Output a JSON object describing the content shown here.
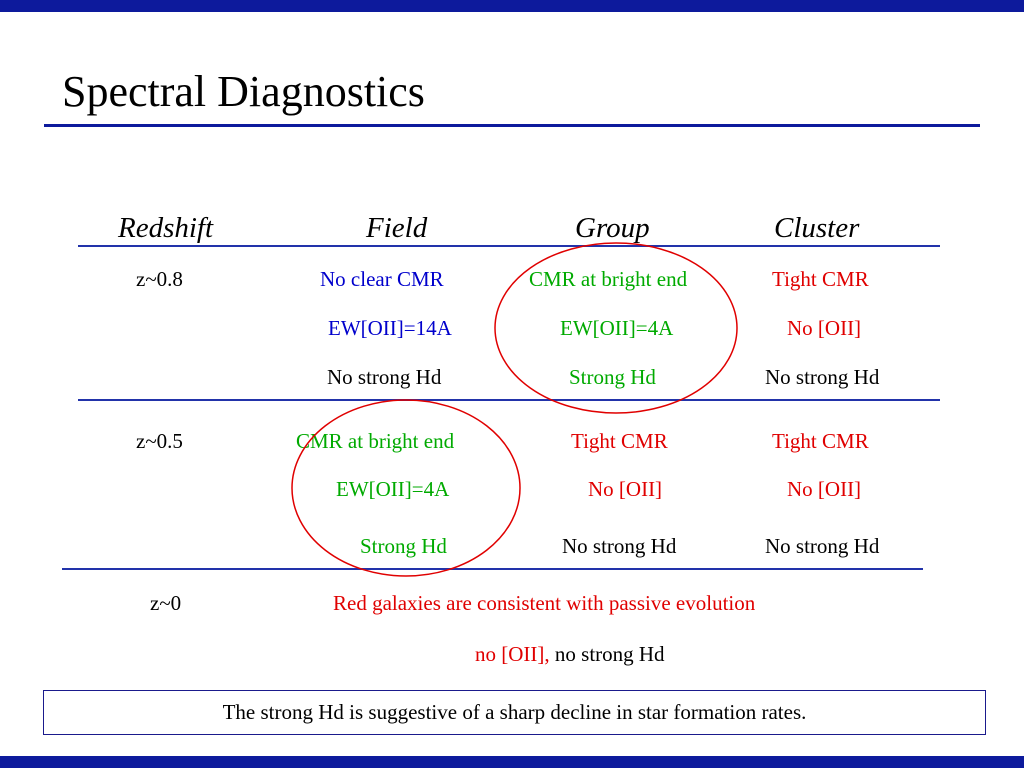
{
  "slide": {
    "title": "Spectral Diagnostics"
  },
  "table": {
    "headers": [
      "Redshift",
      "Field",
      "Group",
      "Cluster"
    ],
    "rows": [
      {
        "redshift": "z~0.8",
        "field": [
          "No clear CMR",
          "EW[OII]=14A",
          "No strong Hd"
        ],
        "group": [
          "CMR at bright end",
          "EW[OII]=4A",
          "Strong Hd"
        ],
        "cluster": [
          "Tight CMR",
          "No [OII]",
          "No strong Hd"
        ]
      },
      {
        "redshift": "z~0.5",
        "field": [
          "CMR at bright end",
          "EW[OII]=4A",
          "Strong Hd"
        ],
        "group": [
          "Tight CMR",
          "No [OII]",
          "No strong Hd"
        ],
        "cluster": [
          "Tight CMR",
          "No [OII]",
          "No strong Hd"
        ]
      },
      {
        "redshift": "z~0",
        "line1": "Red galaxies are consistent with passive evolution",
        "line2_red": "no [OII],",
        "line2_black": "no strong Hd"
      }
    ]
  },
  "note": "The strong Hd is suggestive of a sharp decline in star formation rates.",
  "colors": {
    "accent_bar": "#0d1a9c",
    "blue_text": "#0000cc",
    "green_text": "#00aa00",
    "red_text": "#e00000",
    "oval_stroke": "#e00000"
  }
}
